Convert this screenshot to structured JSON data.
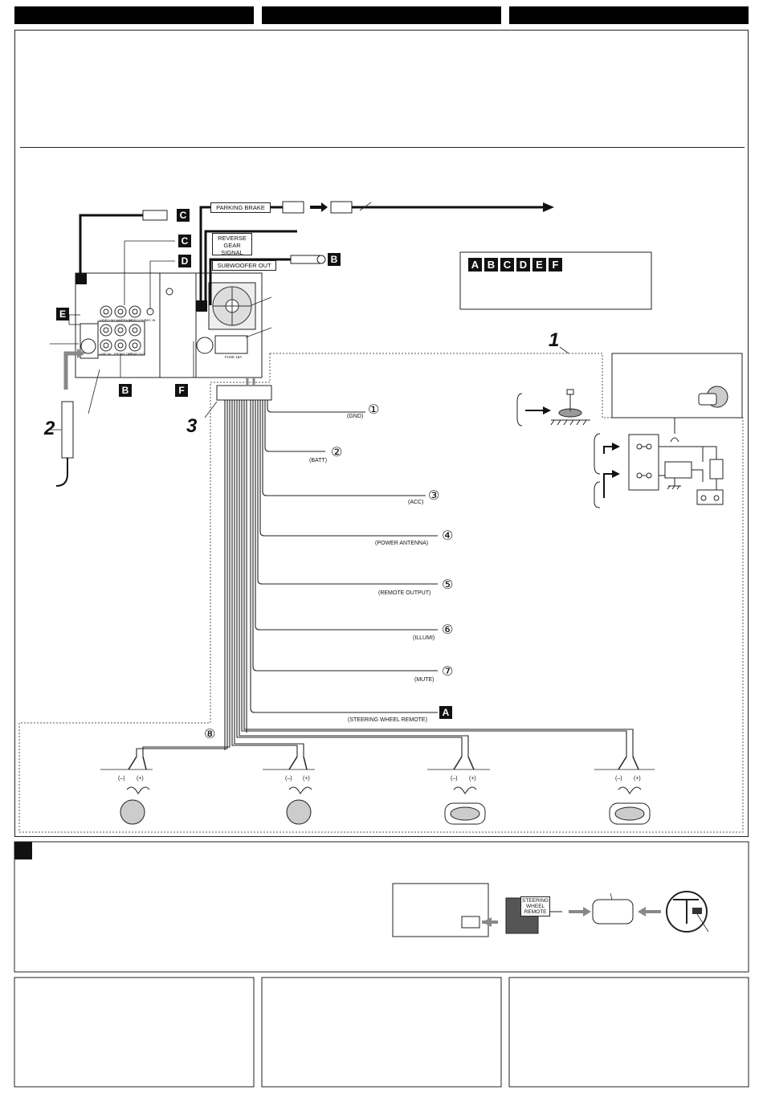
{
  "header": {
    "tabs": [
      "",
      "",
      ""
    ]
  },
  "wires": [
    {
      "num": "①",
      "label": "(GND)"
    },
    {
      "num": "②",
      "label": "(BATT)"
    },
    {
      "num": "③",
      "label": "(ACC)"
    },
    {
      "num": "④",
      "label": "(POWER ANTENNA)"
    },
    {
      "num": "⑤",
      "label": "(REMOTE OUTPUT)"
    },
    {
      "num": "⑥",
      "label": "(ILLUMI)"
    },
    {
      "num": "⑦",
      "label": "(MUTE)"
    },
    {
      "num": "A",
      "label": "(STEERING WHEEL REMOTE)"
    }
  ],
  "labels": {
    "parking_brake": "PARKING BRAKE",
    "reverse_gear": "REVERSE GEAR SIGNAL",
    "subwoofer_out": "SUBWOOFER OUT",
    "fuse": "FUSE 15A",
    "video_in": "VIDEO IN",
    "camera_in": "CAMERA IN",
    "video_out": "VIDEO OUT",
    "mic_in": "MIC IN",
    "line_in": "LINE IN",
    "front_out": "FRONT OUT",
    "rear_out": "REAR OUT",
    "steering_remote": "STEERING WHEEL REMOTE",
    "circle8": "⑧",
    "minus": "(–)",
    "plus": "(+)"
  },
  "badges": {
    "c1": "C",
    "c2": "C",
    "d": "D",
    "b1": "B",
    "b2": "B",
    "e": "E",
    "f": "F",
    "a": "A"
  },
  "legend": [
    "A",
    "B",
    "C",
    "D",
    "E",
    "F"
  ],
  "step_numbers": {
    "one": "1",
    "two": "2",
    "three": "3"
  },
  "colors": {
    "gray_arrow": "#888888",
    "black": "#111111"
  }
}
